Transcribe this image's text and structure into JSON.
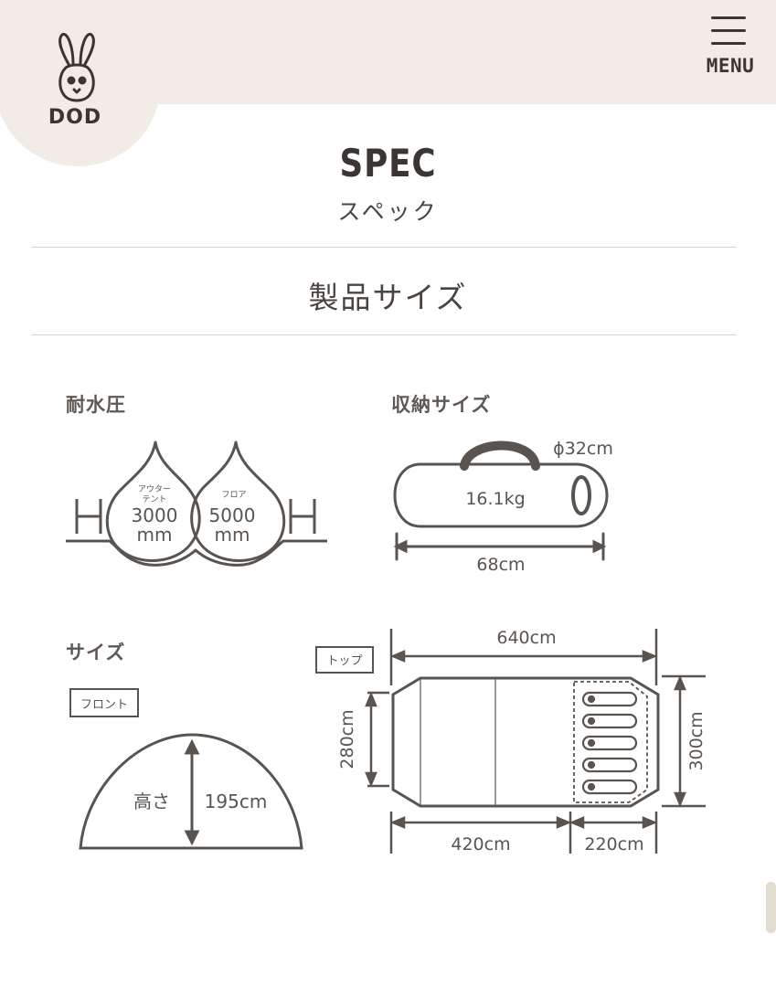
{
  "header": {
    "logo_text": "DOD",
    "menu_label": "MENU"
  },
  "page": {
    "title": "SPEC",
    "subtitle": "スペック",
    "section_heading": "製品サイズ"
  },
  "water_pressure": {
    "label": "耐水圧",
    "outer_tent": {
      "name_line1": "アウター",
      "name_line2": "テント",
      "value": "3000",
      "unit": "mm"
    },
    "floor": {
      "name": "フロア",
      "value": "5000",
      "unit": "mm"
    },
    "h_left": "H",
    "h_right": "H"
  },
  "storage_size": {
    "label": "収納サイズ",
    "diameter": "ϕ32cm",
    "weight": "16.1kg",
    "length": "68cm"
  },
  "size": {
    "label": "サイズ",
    "front_tag": "フロント",
    "height_label": "高さ",
    "height_value": "195cm",
    "top_tag": "トップ",
    "total_length": "640cm",
    "inner_width": "280cm",
    "outer_width": "300cm",
    "living_length": "420cm",
    "bedroom_length": "220cm",
    "sleeping_bags": 5
  },
  "colors": {
    "header_bg": "#f1ede6",
    "line": "#5a5450",
    "text_dark": "#3b3533"
  }
}
